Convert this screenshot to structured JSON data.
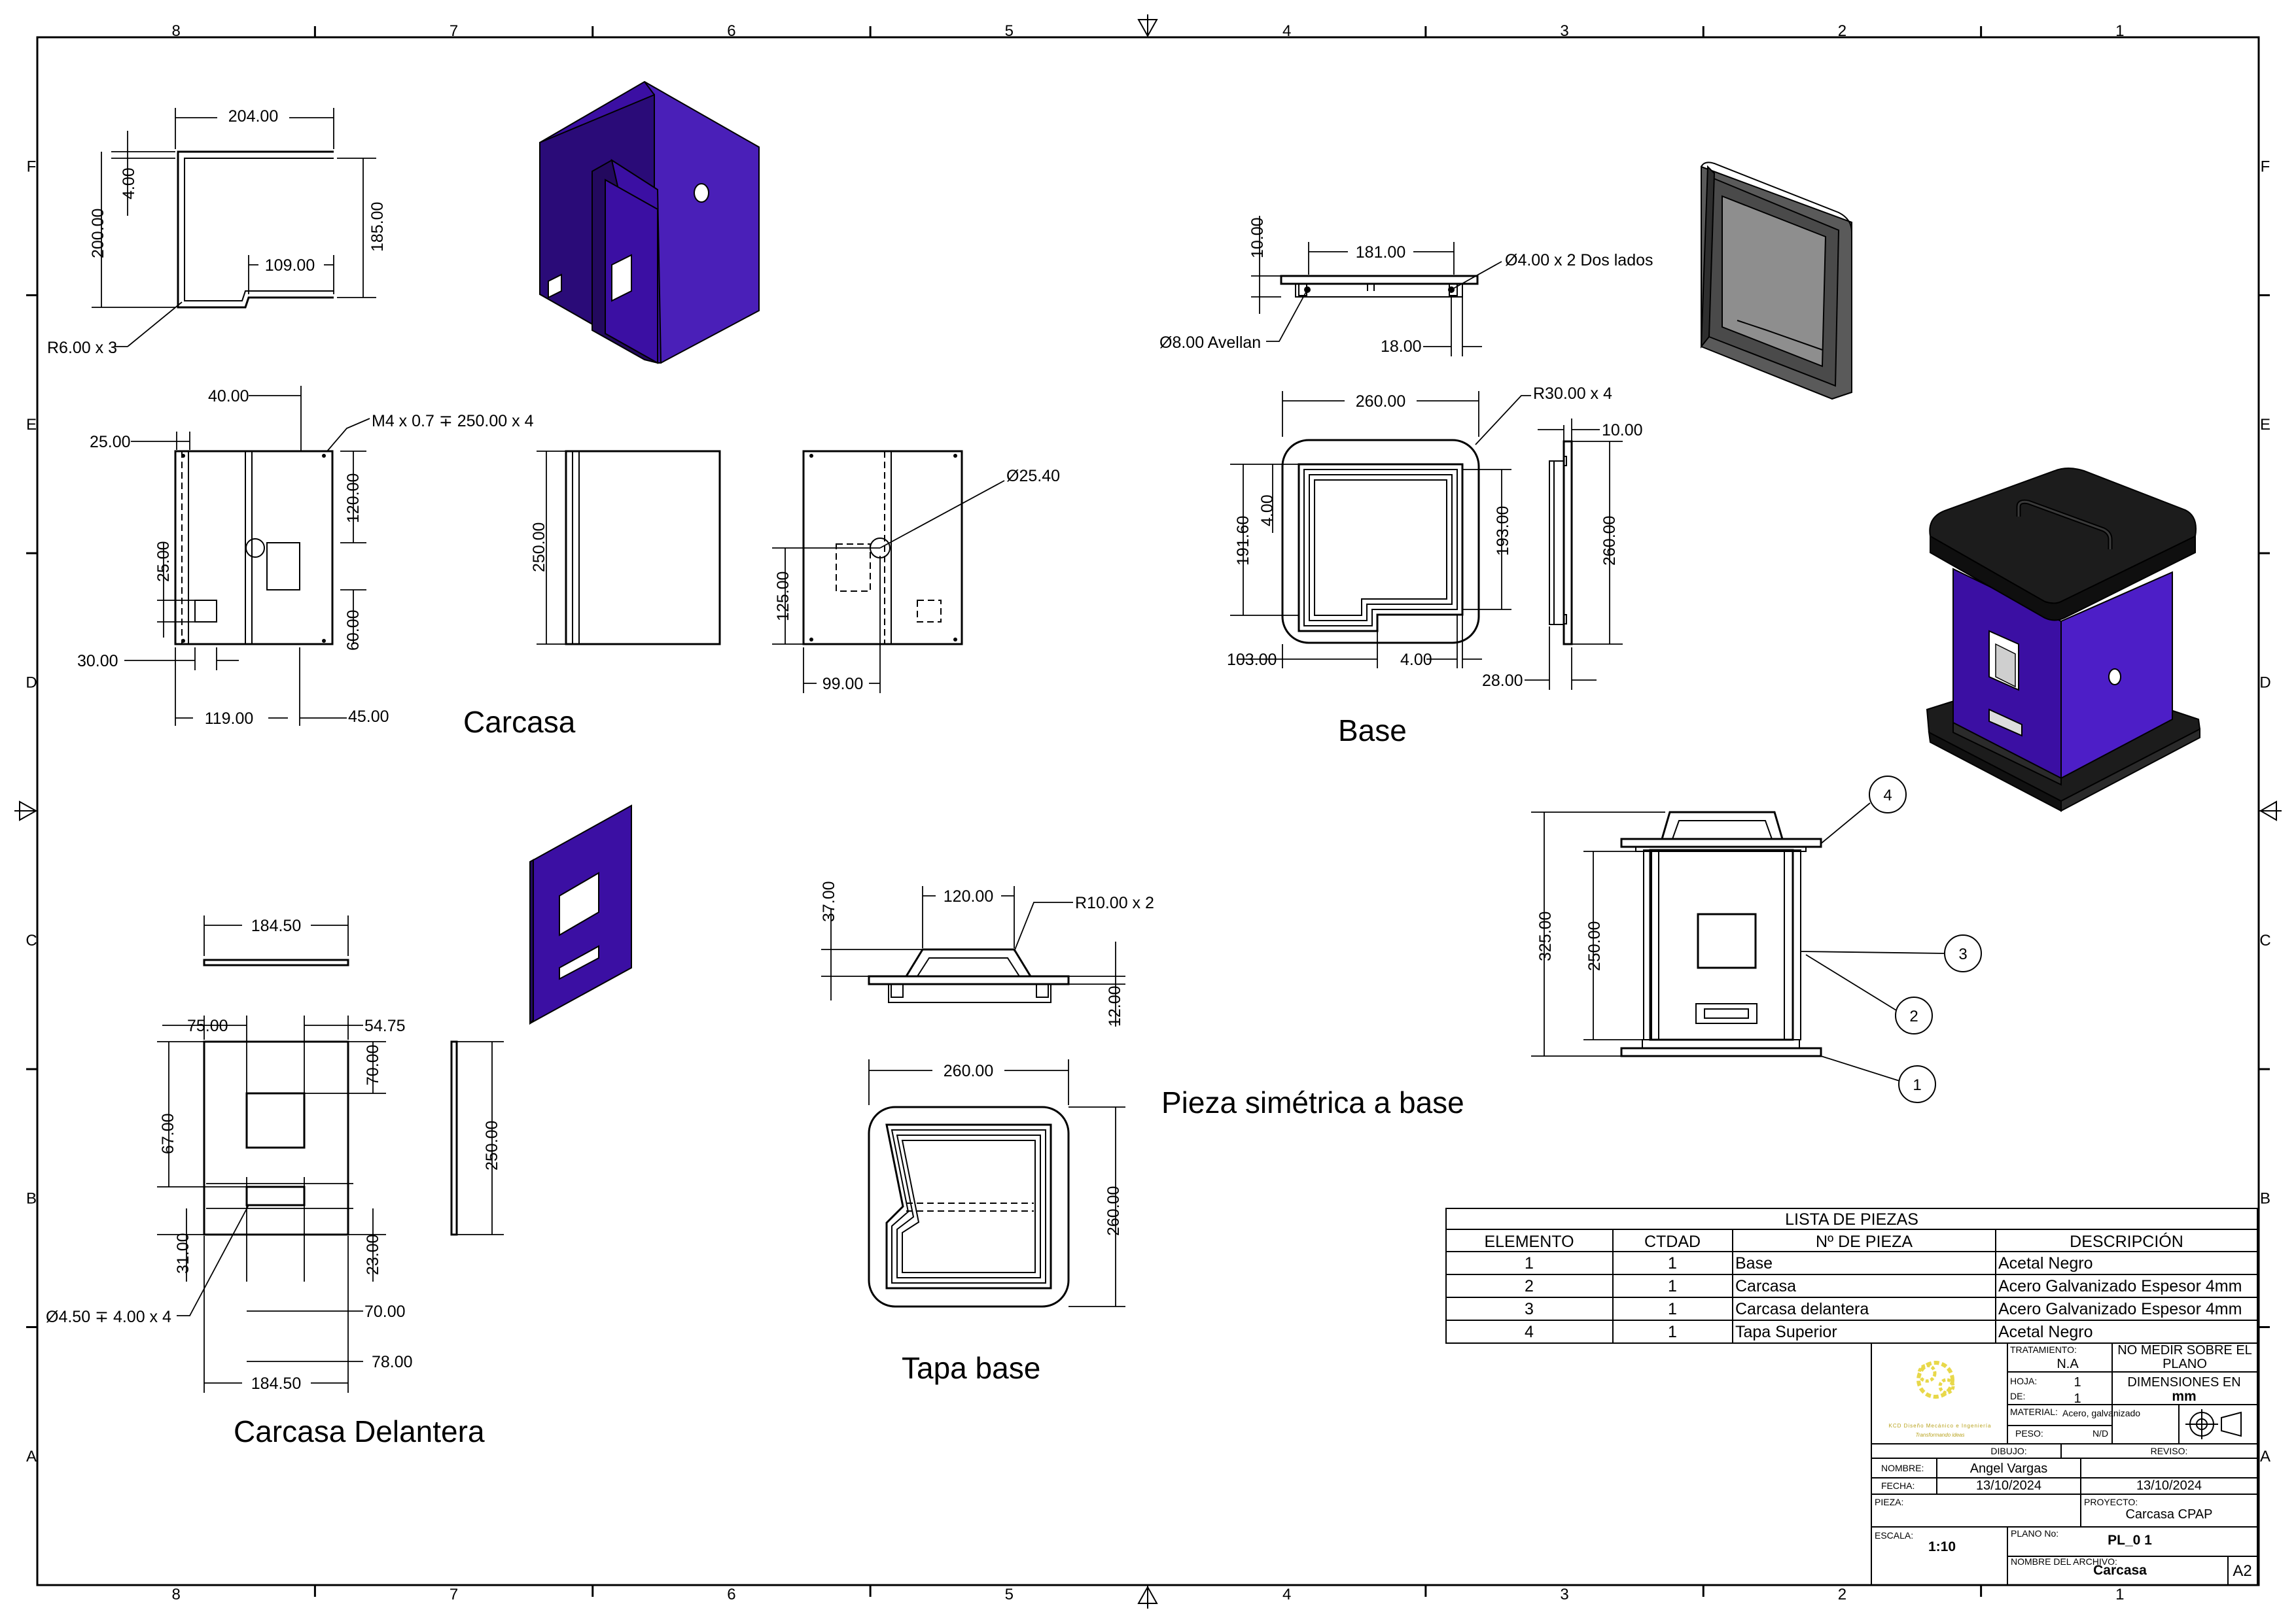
{
  "sheet": {
    "format": "A2",
    "zones_cols": [
      "8",
      "7",
      "6",
      "5",
      "4",
      "3",
      "2",
      "1"
    ],
    "zones_rows": [
      "F",
      "E",
      "D",
      "C",
      "B",
      "A"
    ]
  },
  "colors": {
    "purple": "#3b0fa3",
    "dark_purple": "#23095e",
    "black_part": "#1c1c1c",
    "grey_frame": "#6b6b6b",
    "grey_glass": "#8e8e8e"
  },
  "views": {
    "carcasa": {
      "title": "Carcasa",
      "dims": {
        "d204": "204.00",
        "d4": "4.00",
        "d200": "200.00",
        "d185": "185.00",
        "d109": "109.00",
        "r6": "R6.00 x 3",
        "d40": "40.00",
        "d25a": "25.00",
        "m4": "M4 x 0.7 ∓ 250.00 x 4",
        "d120": "120.00",
        "d25b": "25.00",
        "d60": "60.00",
        "d30": "30.00",
        "d119": "119.00",
        "d45": "45.00",
        "d250": "250.00",
        "d2540": "Ø25.40",
        "d125": "125.00",
        "d99": "99.00"
      }
    },
    "base": {
      "title": "Base",
      "dims": {
        "d10": "10.00",
        "d181": "181.00",
        "d4x2": "Ø4.00 x 2 Dos lados",
        "d8": "Ø8.00 Avellan",
        "d18": "18.00",
        "d260": "260.00",
        "r30": "R30.00 x 4",
        "d10b": "10.00",
        "d1916": "191.60",
        "d4": "4.00",
        "d193": "193.00",
        "d260v": "260.00",
        "d103": "103.00",
        "d4b": "4.00",
        "d28": "28.00"
      }
    },
    "delantera": {
      "title": "Carcasa Delantera",
      "dims": {
        "d1845a": "184.50",
        "d75": "75.00",
        "d5475": "54.75",
        "d70": "70.00",
        "d67": "67.00",
        "d250": "250.00",
        "d31": "31.00",
        "d23": "23.00",
        "d450": "Ø4.50 ∓ 4.00 x 4",
        "d70b": "70.00",
        "d78": "78.00",
        "d1845b": "184.50"
      }
    },
    "tapa": {
      "title": "Tapa base",
      "note": "Pieza simétrica a base",
      "dims": {
        "d37": "37.00",
        "d120": "120.00",
        "r10": "R10.00 x 2",
        "d12": "12.00",
        "d260": "260.00",
        "d260v": "260.00"
      }
    },
    "assembly": {
      "dims": {
        "d325": "325.00",
        "d250": "250.00"
      },
      "balloons": [
        "1",
        "2",
        "3",
        "4"
      ]
    }
  },
  "bom": {
    "title": "LISTA DE PIEZAS",
    "headers": [
      "ELEMENTO",
      "CTDAD",
      "Nº DE PIEZA",
      "DESCRIPCIÓN"
    ],
    "rows": [
      [
        "1",
        "1",
        "Base",
        "Acetal Negro"
      ],
      [
        "2",
        "1",
        "Carcasa",
        "Acero Galvanizado Espesor 4mm"
      ],
      [
        "3",
        "1",
        "Carcasa delantera",
        "Acero Galvanizado Espesor 4mm"
      ],
      [
        "4",
        "1",
        "Tapa Superior",
        "Acetal Negro"
      ]
    ]
  },
  "titleblock": {
    "company": "KCD Diseño Mecánico e Ingeniería",
    "tagline": "Transformando ideas",
    "tratamiento_label": "TRATAMIENTO:",
    "tratamiento": "N.A",
    "no_medir": "NO MEDIR SOBRE EL PLANO",
    "hoja_label": "HOJA:",
    "hoja": "1",
    "de_label": "DE:",
    "de": "1",
    "dimensiones": "DIMENSIONES EN",
    "unidad": "mm",
    "material_label": "MATERIAL:",
    "material": "Acero, galvanizado",
    "peso_label": "PESO:",
    "peso": "N/D",
    "dibujo_label": "DIBUJO:",
    "reviso_label": "REVISO:",
    "nombre_label": "NOMBRE:",
    "nombre": "Angel Vargas",
    "fecha_label": "FECHA:",
    "fecha_dibujo": "13/10/2024",
    "fecha_reviso": "13/10/2024",
    "pieza_label": "PIEZA:",
    "proyecto_label": "PROYECTO:",
    "proyecto": "Carcasa CPAP",
    "escala_label": "ESCALA:",
    "escala": "1:10",
    "plano_label": "PLANO No:",
    "plano": "PL_0 1",
    "archivo_label": "NOMBRE DEL ARCHIVO:",
    "archivo": "Carcasa",
    "formato": "A2"
  }
}
